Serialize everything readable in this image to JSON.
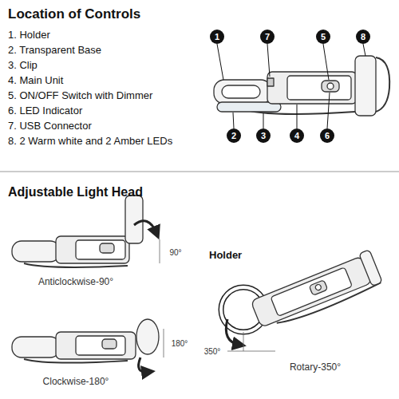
{
  "diagram": {
    "title": "Location of Controls",
    "labels": [
      "1. Holder",
      "2. Transparent Base",
      "3. Clip",
      "4. Main Unit",
      "5. ON/OFF Switch with Dimmer",
      "6. LED Indicator",
      "7. USB Connector",
      "8. 2 Warm white and 2 Amber LEDs",
      "1",
      "7",
      "5",
      "8",
      "2",
      "3",
      "4",
      "6",
      "Adjustable Light Head",
      "90°",
      "Anticlockwise-90°",
      "180°",
      "Clockwise-180°",
      "Holder",
      "350°",
      "Rotary-350°"
    ]
  }
}
